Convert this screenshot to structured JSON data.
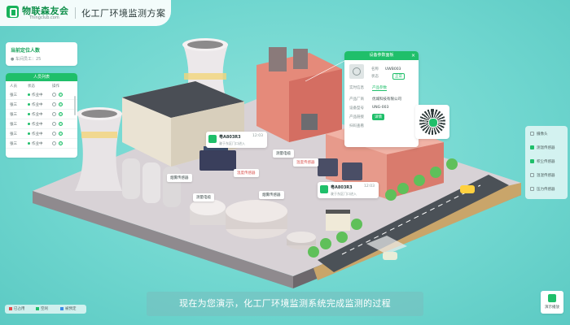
{
  "header": {
    "brand": "物联森友会",
    "brand_sub": "Thingclub.com",
    "title": "化工厂环境监测方案"
  },
  "locator": {
    "title": "当前定位人数",
    "subtitle": "● 车间员工：25"
  },
  "personnel": {
    "header": "人员列表",
    "columns": [
      "人员",
      "状态",
      "操作"
    ],
    "rows": [
      {
        "name": "张三",
        "status": "作业中"
      },
      {
        "name": "张三",
        "status": "作业中"
      },
      {
        "name": "张三",
        "status": "作业中"
      },
      {
        "name": "张三",
        "status": "作业中"
      },
      {
        "name": "张三",
        "status": "作业中"
      },
      {
        "name": "张三",
        "status": "作业中"
      }
    ]
  },
  "device_panel": {
    "title": "设备参数面板",
    "name_label": "名称",
    "name_value": "UWB003",
    "status_label": "状态",
    "status_value": "正常",
    "tabs": [
      "实时信息",
      "产品参数"
    ],
    "rows": [
      {
        "label": "产品厂商",
        "value": "优城科技有限公司"
      },
      {
        "label": "设备型号",
        "value": "UNG-003"
      },
      {
        "label": "产品链接",
        "value": "详情"
      },
      {
        "label": "扫码查看",
        "value": ""
      }
    ]
  },
  "map_cards": [
    {
      "plate": "粤A803R3",
      "time": "12:03",
      "sub": "驶于东区门口进入"
    },
    {
      "plate": "粤A803R3",
      "time": "12:03",
      "sub": "驶于东区门口进入"
    }
  ],
  "map_tags": {
    "temp1": "温度传感器",
    "temp2": "温度传感器",
    "smoke1": "烟雾传感器",
    "smoke2": "烟雾传感器",
    "cable": "测量电缆",
    "cable2": "测量电缆"
  },
  "right_legend": [
    "摄像头",
    "测温传感器",
    "积尘传感器",
    "温湿传感器",
    "压力传感器"
  ],
  "bottom_legend": [
    {
      "label": "已占用",
      "color": "#e64a4a"
    },
    {
      "label": "空闲",
      "color": "#1fbf6a"
    },
    {
      "label": "被预定",
      "color": "#3a8ce6"
    }
  ],
  "caption": "现在为您演示，化工厂环境监测系统完成监测的过程",
  "demo_button": "演示播放",
  "colors": {
    "accent": "#1fbf6a",
    "teal_bg": "#6fd6cf"
  }
}
